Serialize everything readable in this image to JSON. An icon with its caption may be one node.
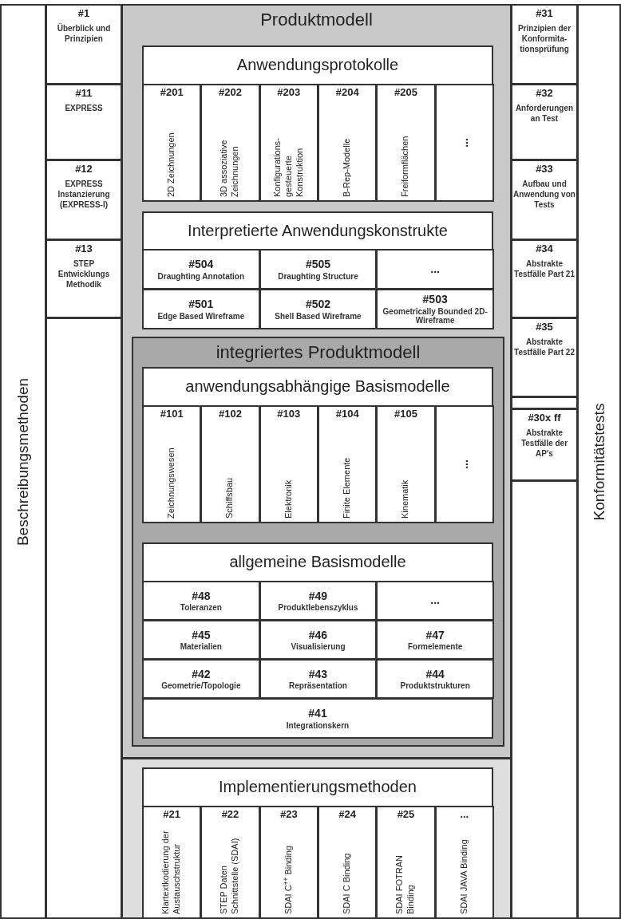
{
  "diagram": {
    "nodes": [
      {
        "text": [
          "Beschreibungsmethoden"
        ]
      },
      {
        "text": [
          "#1",
          "Überblick und Prinzipien"
        ]
      },
      {
        "text": [
          "#11",
          "EXPRESS"
        ]
      },
      {
        "text": [
          "#12",
          "EXPRESS Instanzierung (EXPRESS-I)"
        ]
      },
      {
        "text": [
          "#13",
          "STEP Entwicklungs Methodik"
        ]
      },
      {
        "text": [
          "Produktmodell"
        ]
      },
      {
        "text": [
          "Anwendungsprotokolle"
        ],
        "in": 5
      },
      {
        "text": [
          "#201",
          "2D Zeichnungen"
        ],
        "in": 6
      },
      {
        "text": [
          "#202",
          "3D assoziative Zeichnungen"
        ],
        "in": 6
      },
      {
        "text": [
          "#203",
          "Konfigurations- gesteuerte Konstruktion"
        ],
        "in": 6
      },
      {
        "text": [
          "#204",
          "B-Rep-Modelle"
        ],
        "in": 6
      },
      {
        "text": [
          "#205",
          "Freiformflächen"
        ],
        "in": 6
      },
      {
        "text": [
          "..."
        ],
        "in": 6
      },
      {
        "text": [
          "Interpretierte Anwendungskonstrukte"
        ],
        "in": 5
      },
      {
        "text": [
          "#504",
          "Draughting Annotation"
        ],
        "in": 13
      },
      {
        "text": [
          "#505",
          "Draughting Structure"
        ],
        "in": 13
      },
      {
        "text": [
          "..."
        ],
        "in": 13
      },
      {
        "text": [
          "#501",
          "Edge Based Wireframe"
        ],
        "in": 13
      },
      {
        "text": [
          "#502",
          "Shell Based Wireframe"
        ],
        "in": 13
      },
      {
        "text": [
          "#503",
          "Geometrically Bounded 2D-Wireframe"
        ],
        "in": 13
      },
      {
        "text": [
          "integriertes Produktmodell"
        ],
        "in": 5
      },
      {
        "text": [
          "anwendungsabhängige Basismodelle"
        ],
        "in": 20
      },
      {
        "text": [
          "#101",
          "Zeichnungswesen"
        ],
        "in": 21
      },
      {
        "text": [
          "#102",
          "Schiffsbau"
        ],
        "in": 21
      },
      {
        "text": [
          "#103",
          "Elektronik"
        ],
        "in": 21
      },
      {
        "text": [
          "#104",
          "Finite Elemente"
        ],
        "in": 21
      },
      {
        "text": [
          "#105",
          "Kinematik"
        ],
        "in": 21
      },
      {
        "text": [
          "..."
        ],
        "in": 21
      },
      {
        "text": [
          "allgemeine Basismodelle"
        ],
        "in": 20
      },
      {
        "text": [
          "#48",
          "Toleranzen"
        ],
        "in": 28
      },
      {
        "text": [
          "#49",
          "Produktlebenszyklus"
        ],
        "in": 28
      },
      {
        "text": [
          "..."
        ],
        "in": 28
      },
      {
        "text": [
          "#45",
          "Materialien"
        ],
        "in": 28
      },
      {
        "text": [
          "#46",
          "Visualisierung"
        ],
        "in": 28
      },
      {
        "text": [
          "#47",
          "Formelemente"
        ],
        "in": 28
      },
      {
        "text": [
          "#42",
          "Geometrie/Topologie"
        ],
        "in": 28
      },
      {
        "text": [
          "#43",
          "Repräsentation"
        ],
        "in": 28
      },
      {
        "text": [
          "#44",
          "Produktstrukturen"
        ],
        "in": 28
      },
      {
        "text": [
          "#41",
          "Integrationskern"
        ],
        "in": 28
      },
      {
        "text": [],
        "shape": "box"
      },
      {
        "text": [
          "Implementierungsmethoden"
        ],
        "in": 39
      },
      {
        "text": [
          "#21",
          "Klartextkodierung der Austauschstruktur"
        ],
        "in": 40
      },
      {
        "text": [
          "#22",
          "STEP Daten Schnittstelle (SDAI)"
        ],
        "in": 40
      },
      {
        "text": [
          "#23",
          "SDAI C$^{++}$ Binding"
        ],
        "in": 40
      },
      {
        "text": [
          "#24",
          "SDAI C Binding"
        ],
        "in": 40
      },
      {
        "text": [
          "#25",
          "SDAI FOTRAN Binding"
        ],
        "in": 40
      },
      {
        "text": [
          "...",
          "SDAI JAVA Binding"
        ],
        "in": 40
      },
      {
        "text": [
          "#31",
          "Prinzipien der Konformita- tionsprüfung"
        ]
      },
      {
        "text": [
          "#32",
          "Anforderungen an Test"
        ]
      },
      {
        "text": [
          "#33",
          "Aufbau und Anwendung von Tests"
        ]
      },
      {
        "text": [
          "#34",
          "Abstrakte Testfälle Part 21"
        ]
      },
      {
        "text": [
          "#35",
          "Abstrakte Testfälle Part 22"
        ]
      },
      {
        "text": [],
        "shape": "box"
      },
      {
        "text": [
          "#30x ff",
          "Abstrakte Testfälle der AP's"
        ]
      },
      {
        "text": [
          "Konformitätstests"
        ]
      }
    ]
  }
}
